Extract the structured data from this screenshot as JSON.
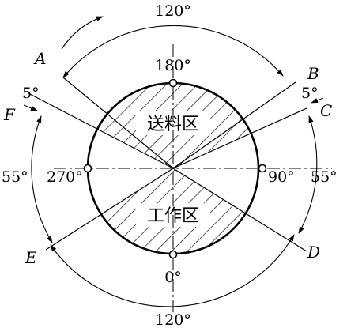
{
  "degrees": {
    "top_outer": "120°",
    "bottom_outer": "120°",
    "top_inner": "180°",
    "bottom_inner": "0°",
    "left": "270°",
    "right": "90°",
    "left_outer": "55°",
    "right_outer": "55°",
    "upper_left_small": "5°",
    "upper_right_small": "5°"
  },
  "points": {
    "A": "A",
    "B": "B",
    "C": "C",
    "D": "D",
    "E": "E",
    "F": "F"
  },
  "zones": {
    "feed": "送料区",
    "work": "工作区"
  }
}
